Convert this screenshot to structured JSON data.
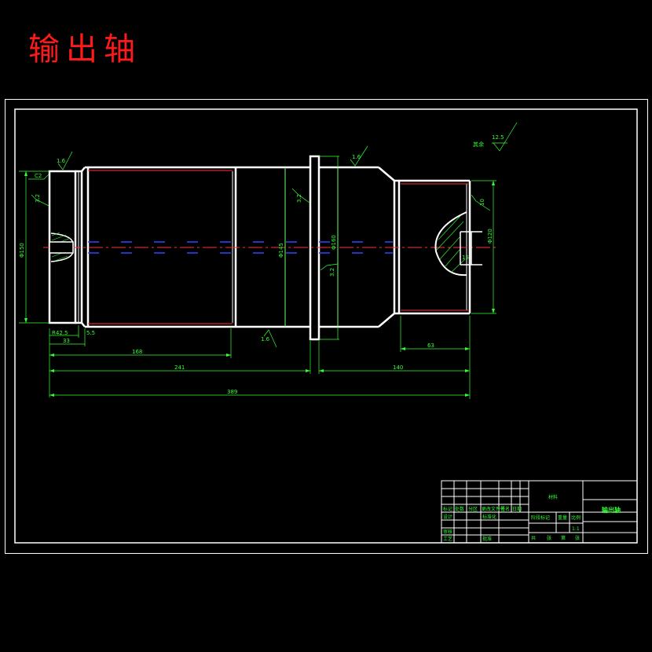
{
  "title": "输出轴",
  "colors": {
    "outline": "#ffffff",
    "dimension": "#33ff33",
    "centerline": "#ff3333",
    "hidden": "#3344ff",
    "title": "#ff1a1a"
  },
  "dimensions": {
    "len_389": "389",
    "len_241": "241",
    "len_140": "140",
    "len_168": "168",
    "len_33": "33",
    "len_5_5": "5.5",
    "len_r42_5": "R42.5",
    "len_63": "63",
    "chamfer_c2": "C2",
    "roughness_1_6_a": "1.6",
    "roughness_1_6_b": "1.6",
    "roughness_1_6_c": "1.6",
    "roughness_3_2_a": "3.2",
    "roughness_3_2_b": "3.2",
    "roughness_3_2_c": "3.2",
    "roughness_12_5": "12.5",
    "dia_160": "Φ160",
    "num_10": "10",
    "num_15": "15",
    "dia_left": "Φ150",
    "dia_mid": "Φ145",
    "dia_right": "Φ120"
  },
  "title_block": {
    "material_label": "材料",
    "part_name": "输出轴",
    "scale_label": "比例",
    "weight_label": "重量",
    "count": "1:1",
    "sheet_total": "共",
    "sheet_no": "第",
    "sheet_unit": "张",
    "design": "设计",
    "check": "审核",
    "process": "工艺",
    "approve": "批准",
    "standard": "标准化",
    "date": "日期",
    "change_no": "更改文件号",
    "sign": "签名",
    "mark": "标记",
    "qty": "处数",
    "zone": "分区",
    "stage_mark": "阶段标记"
  },
  "note_mark": "其余"
}
